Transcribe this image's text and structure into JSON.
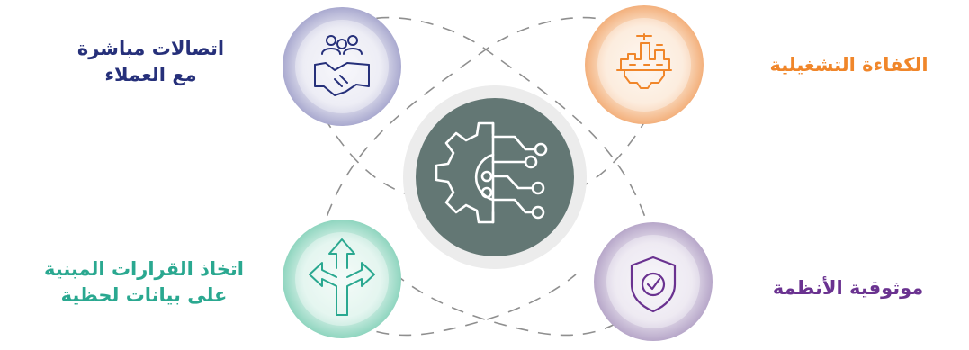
{
  "labels": {
    "top_left": [
      "اتصالات مباشرة",
      "مع العملاء"
    ],
    "top_right": [
      "الكفاءة التشغيلية"
    ],
    "bottom_left": [
      "اتخاذ القرارات المبنية",
      "على بيانات لحظية"
    ],
    "bottom_right": [
      "موثوقية الأنظمة"
    ]
  },
  "icons": {
    "center": "ai-gear-circuit-icon",
    "top_left": "handshake-team-icon",
    "top_right": "factory-gear-icon",
    "bottom_left": "split-direction-arrows-icon",
    "bottom_right": "shield-check-icon"
  },
  "colors": {
    "navy": "#26307a",
    "orange": "#f0862a",
    "teal": "#2aa890",
    "purple": "#6a3290",
    "center": "#637774",
    "dash": "#8a8a8a"
  }
}
